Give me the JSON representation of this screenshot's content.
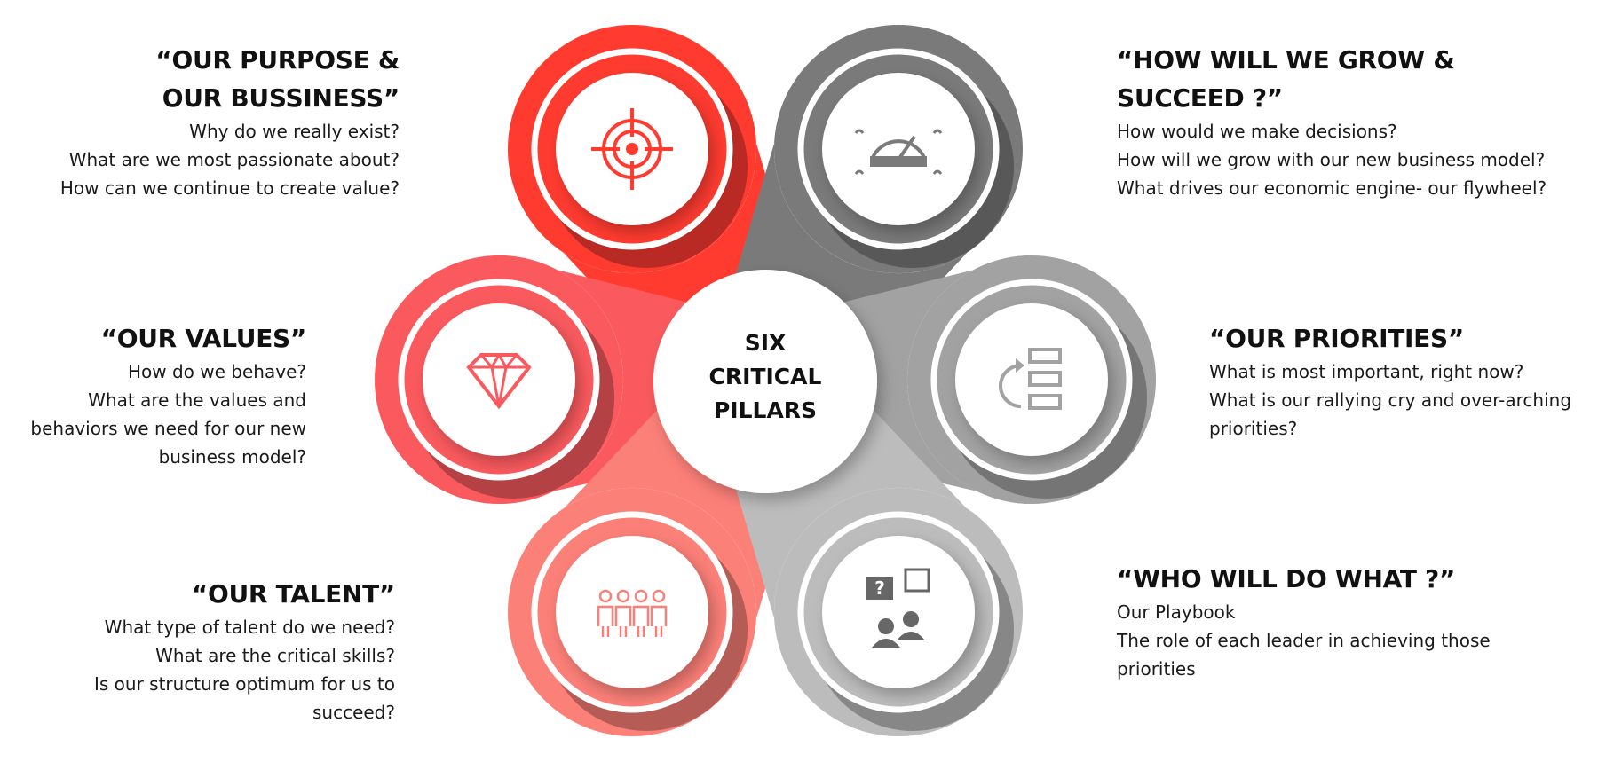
{
  "center": {
    "lines": [
      "SIX",
      "CRITICAL",
      "PILLARS"
    ]
  },
  "colors": {
    "red_dark": "#ff3b30",
    "red_mid": "#fa5a5e",
    "red_light": "#fb8078",
    "gray_dark": "#7a7a7a",
    "gray_mid": "#a2a2a2",
    "gray_light": "#bcbcbc"
  },
  "pillars": [
    {
      "id": "purpose",
      "icon": "target-icon",
      "color": "#ff3b30",
      "heading": "“OUR PURPOSE &\nOUR BUSSINESS”",
      "lines": [
        "Why do we really exist?",
        "What are we most passionate about?",
        "How can we continue to create value?"
      ]
    },
    {
      "id": "grow",
      "icon": "speedometer-icon",
      "color": "#7a7a7a",
      "heading": "“HOW WILL WE GROW &\nSUCCEED ?”",
      "lines": [
        "How would we make decisions?",
        "How will we grow with our new business model?",
        "What drives our economic engine- our flywheel?"
      ]
    },
    {
      "id": "values",
      "icon": "diamond-icon",
      "color": "#fa5a5e",
      "heading": "“OUR VALUES”",
      "lines": [
        "How do we behave?",
        "What are the values and",
        "behaviors we need for our new",
        "business model?"
      ]
    },
    {
      "id": "priorities",
      "icon": "priority-list-icon",
      "color": "#a2a2a2",
      "heading": "“OUR PRIORITIES”",
      "lines": [
        "What is most important, right now?",
        "What is our rallying cry and over-arching",
        "priorities?"
      ]
    },
    {
      "id": "talent",
      "icon": "team-icon",
      "color": "#fb8078",
      "heading": "“OUR TALENT”",
      "lines": [
        "What type of talent do we need?",
        "What are the critical skills?",
        "Is our structure optimum for us to",
        "succeed?"
      ]
    },
    {
      "id": "who",
      "icon": "playbook-icon",
      "color": "#bcbcbc",
      "heading": "“WHO WILL DO WHAT ?”",
      "lines": [
        "Our Playbook",
        "The role of each leader in achieving those",
        "priorities"
      ]
    }
  ]
}
